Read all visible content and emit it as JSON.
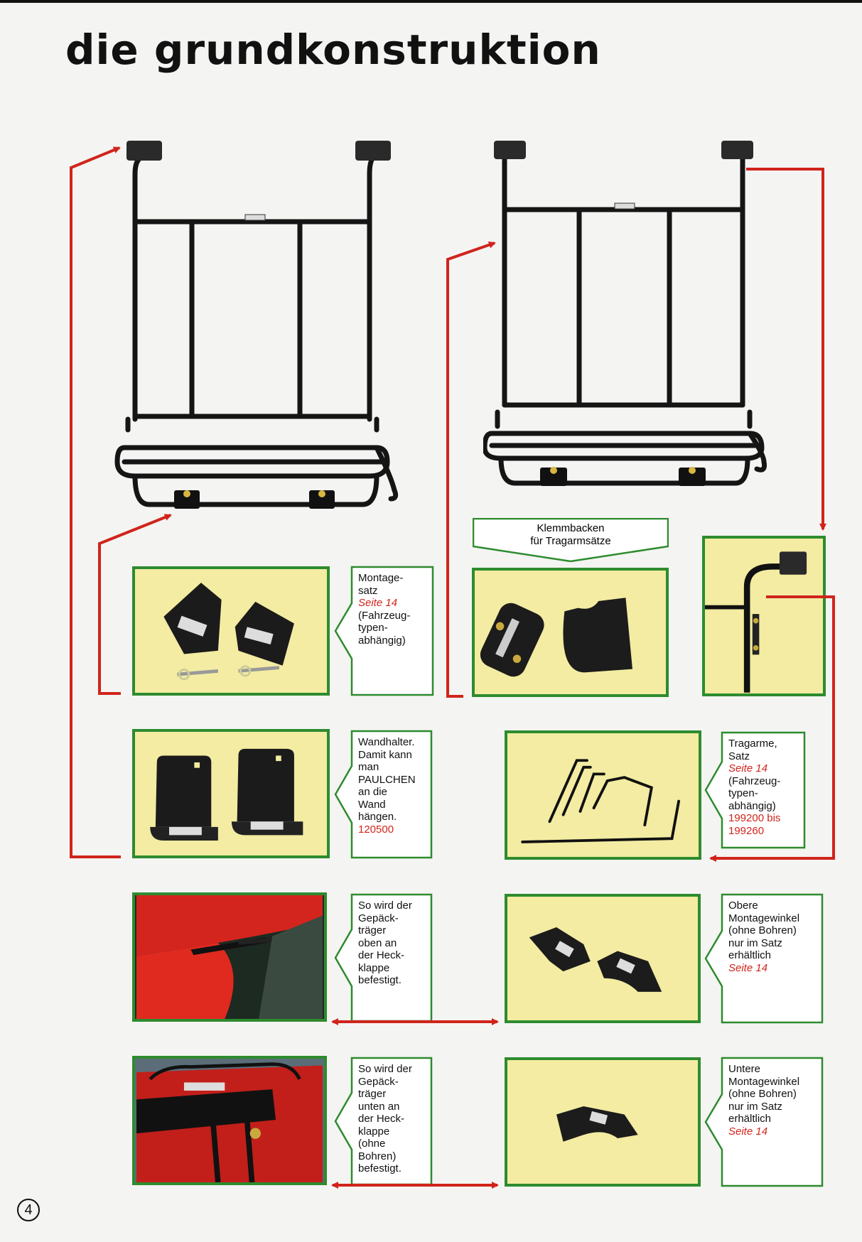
{
  "page": {
    "title": "die grundkonstruktion",
    "page_number": "4"
  },
  "colors": {
    "frame": "#2e8b2e",
    "photo_bg": "#f3eca2",
    "arrow": "#d0241b",
    "accent_text": "#d0241b"
  },
  "callout_top": {
    "line1": "Klemmbacken",
    "line2": "für Tragarmsätze"
  },
  "labels": {
    "montagesatz": {
      "l1": "Montage-\nsatz",
      "ref": "Seite 14",
      "l2": "(Fahrzeug-\ntypen-\nabhängig)"
    },
    "wandhalter": {
      "l1": "Wandhalter.\nDamit kann\nman\nPAULCHEN\nan die\nWand\nhängen.",
      "num": "120500"
    },
    "tragarme": {
      "l1": "Tragarme,\nSatz",
      "ref": "Seite 14",
      "l2": "(Fahrzeug-\ntypen-\nabhängig)",
      "num": "199200 bis\n199260"
    },
    "oben": {
      "l1": "So wird der\nGepäck-\nträger\noben an\nder Heck-\nklappe\nbefestigt."
    },
    "obere": {
      "l1": "Obere\nMontagewinkel\n(ohne Bohren)\nnur im Satz\nerhältlich",
      "ref": "Seite 14"
    },
    "unten": {
      "l1": "So wird der\nGepäck-\nträger\nunten an\nder Heck-\nklappe\n(ohne\nBohren)\nbefestigt."
    },
    "untere": {
      "l1": "Untere\nMontagewinkel\n(ohne Bohren)\nnur im Satz\nerhältlich",
      "ref": "Seite 14"
    }
  },
  "product_marks": {
    "brand": "PAULCHEN"
  }
}
